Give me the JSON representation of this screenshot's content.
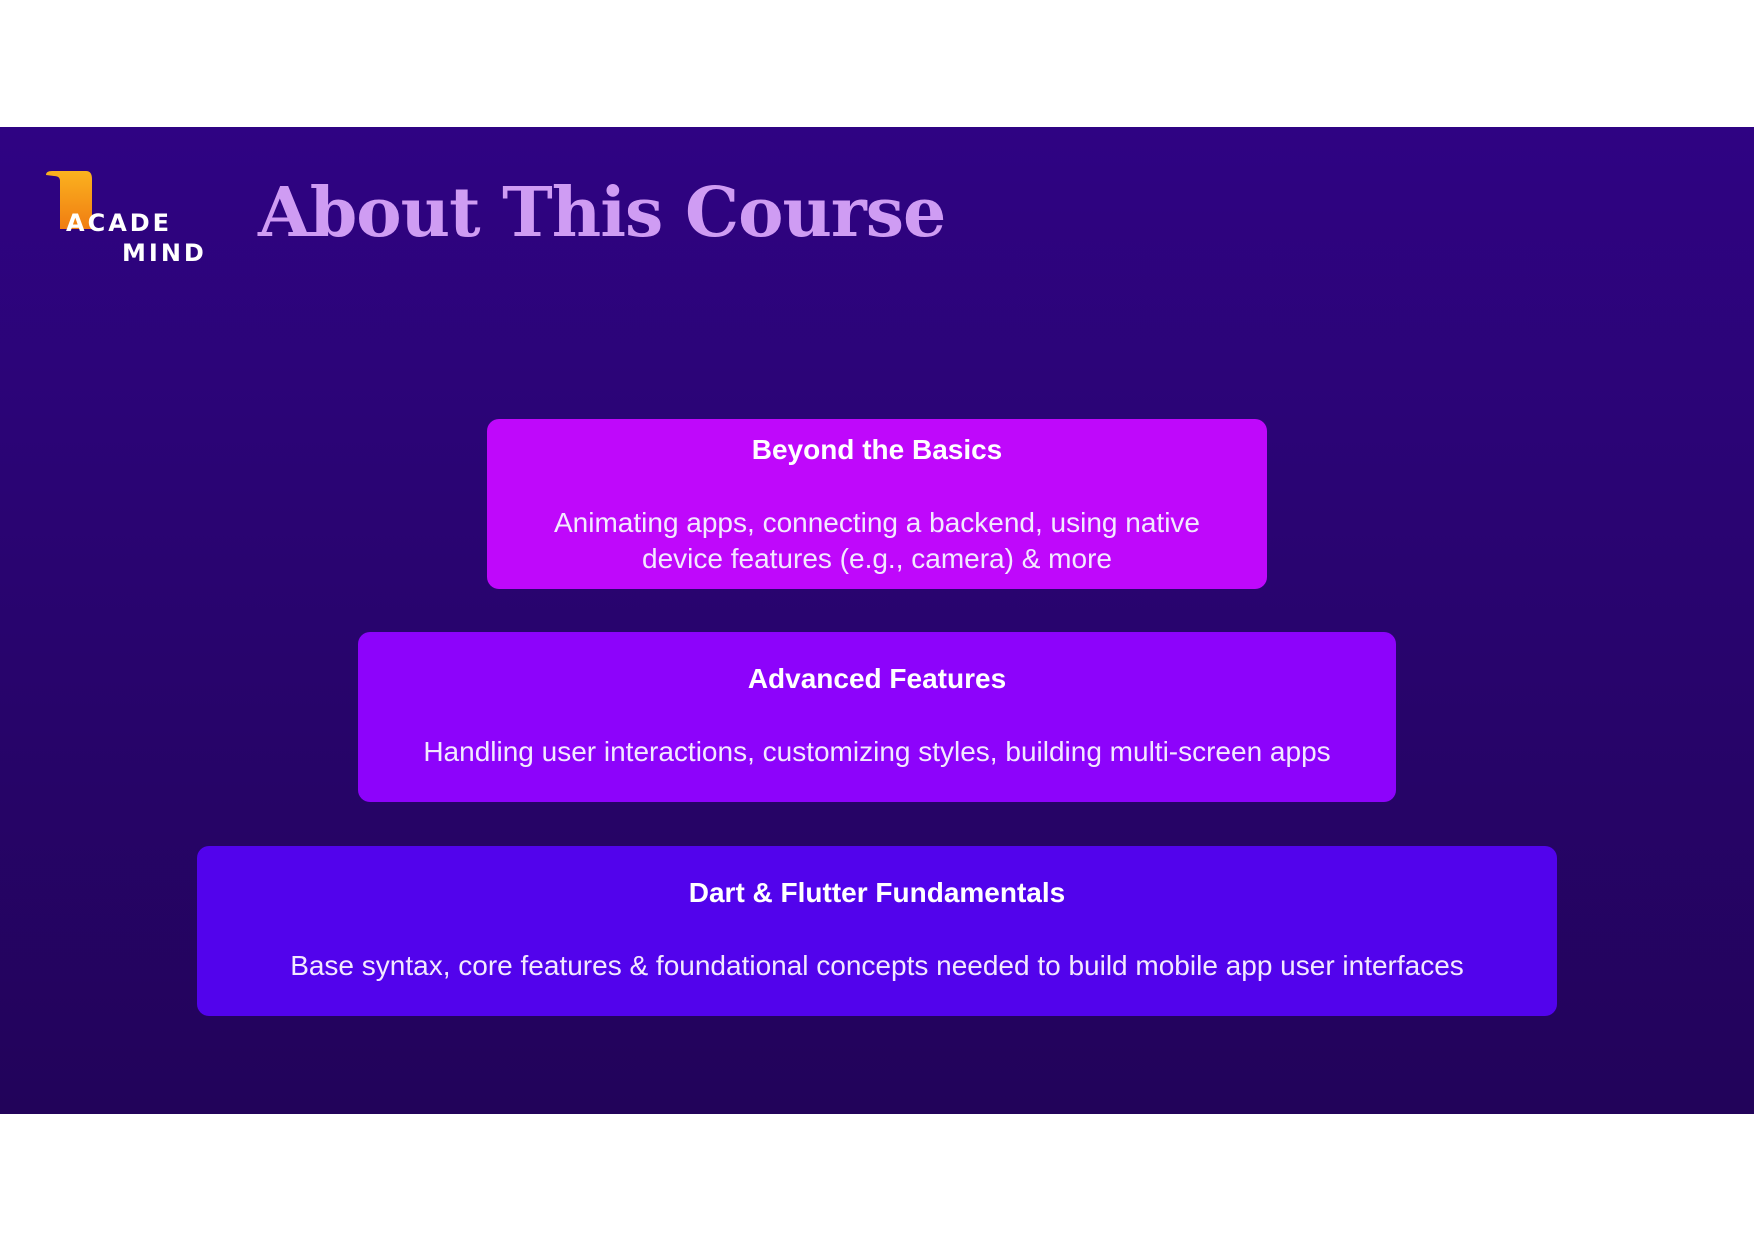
{
  "logo": {
    "line1": "ACADE",
    "line2": "MIND"
  },
  "slide": {
    "title": "About This Course"
  },
  "tiers": [
    {
      "heading": "Beyond the Basics",
      "text": "Animating apps, connecting a backend, using native device features (e.g., camera) & more",
      "color": "#bf08fb"
    },
    {
      "heading": "Advanced Features",
      "text": "Handling user interactions, customizing styles, building multi-screen apps",
      "color": "#8d03fb"
    },
    {
      "heading": "Dart & Flutter Fundamentals",
      "text": "Base syntax, core features & foundational concepts needed to build mobile app user interfaces",
      "color": "#5203ec"
    }
  ],
  "colors": {
    "background_top": "#2f0383",
    "background_bottom": "#22035a",
    "title": "#cf9cf3",
    "logo_accent": "#f7a21b"
  }
}
